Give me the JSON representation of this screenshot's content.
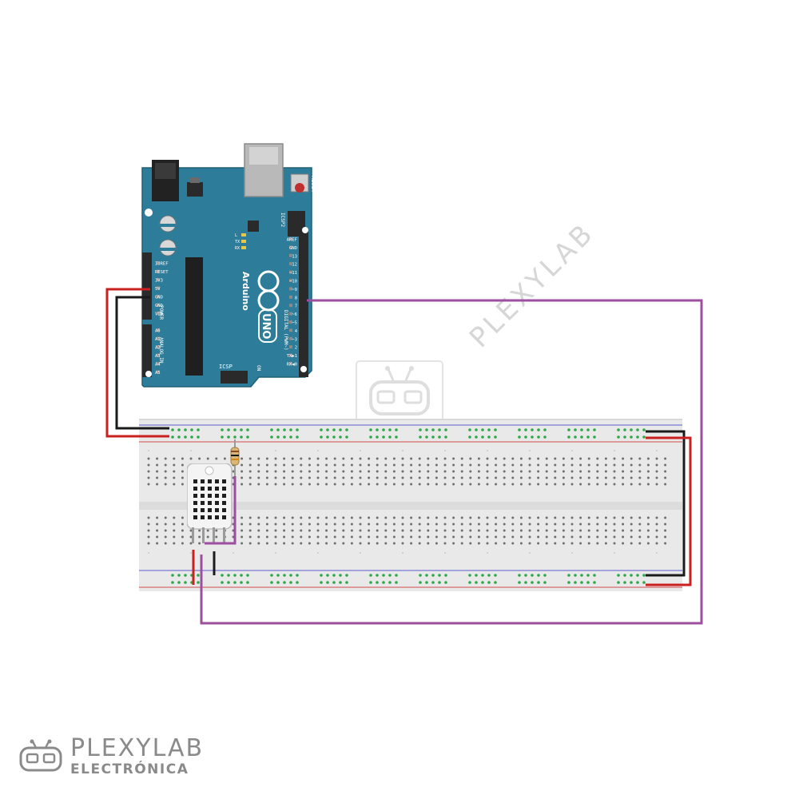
{
  "watermark": {
    "text": "PLEXYLAB",
    "brand_name": "PLEXYLAB",
    "brand_sub": "ELECTRÓNICA",
    "icon": "robot-head-icon",
    "color": "#8a8a8a"
  },
  "arduino": {
    "board_name": "Arduino",
    "model": "UNO",
    "reset_label": "RESET",
    "icsp_label": "ICSP",
    "icsp2_label": "ICSP2",
    "on_label": "ON",
    "digital_label": "DIGITAL (PWM~)",
    "power_label": "POWER",
    "analog_label": "ANALOG IN",
    "leds": [
      "L",
      "TX",
      "RX"
    ],
    "power_pins": [
      "IOREF",
      "RESET",
      "3V3",
      "5V",
      "GND",
      "GND",
      "VIN"
    ],
    "analog_pins": [
      "A0",
      "A1",
      "A2",
      "A3",
      "A4",
      "A5"
    ],
    "digital_pins": [
      "AREF",
      "GND",
      "13",
      "12",
      "~11",
      "~10",
      "~9",
      "8",
      "7",
      "~6",
      "~5",
      "4",
      "~3",
      "2",
      "TX▶1",
      "RX◀0"
    ],
    "color": "#2d7d9a"
  },
  "components": {
    "sensor": "dht-sensor",
    "resistor": "pull-up-resistor"
  },
  "wire_colors": {
    "power": "#cc1f1f",
    "ground": "#1a1a1a",
    "data": "#9b4f9e"
  }
}
